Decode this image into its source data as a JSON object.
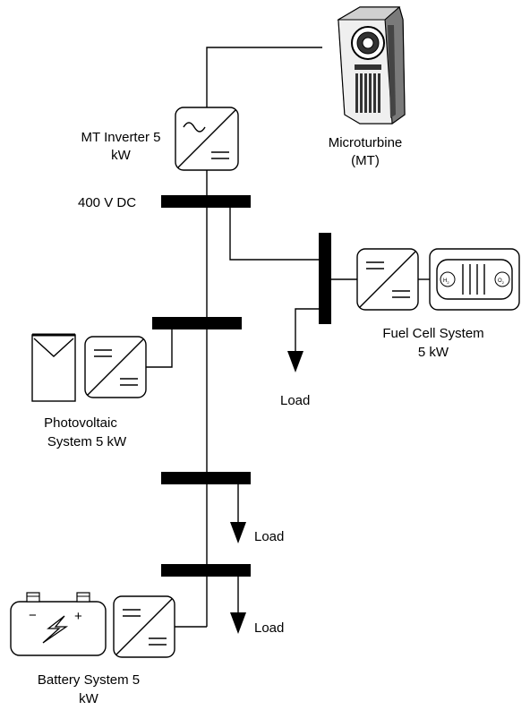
{
  "labels": {
    "mt_inverter": [
      "MT Inverter 5",
      "kW"
    ],
    "microturbine": [
      "Microturbine",
      "(MT)"
    ],
    "bus_voltage": "400 V DC",
    "fuel_cell": [
      "Fuel Cell System",
      "5 kW"
    ],
    "photovoltaic": [
      "Photovoltaic",
      "System 5 kW"
    ],
    "battery": [
      "Battery System  5",
      "kW"
    ],
    "load_1": "Load",
    "load_2": "Load",
    "load_3": "Load"
  },
  "fuel_cell_terminals": {
    "hydrogen": "H",
    "oxygen": "O",
    "subscript": "2"
  },
  "battery_terminals": {
    "negative": "−",
    "positive": "+"
  },
  "icons": [
    "microturbine-icon",
    "inverter-icon",
    "converter-icon",
    "fuel-cell-icon",
    "pv-panel-icon",
    "battery-icon",
    "lightning-icon"
  ],
  "colors": {
    "line": "#000000",
    "background": "#ffffff"
  }
}
